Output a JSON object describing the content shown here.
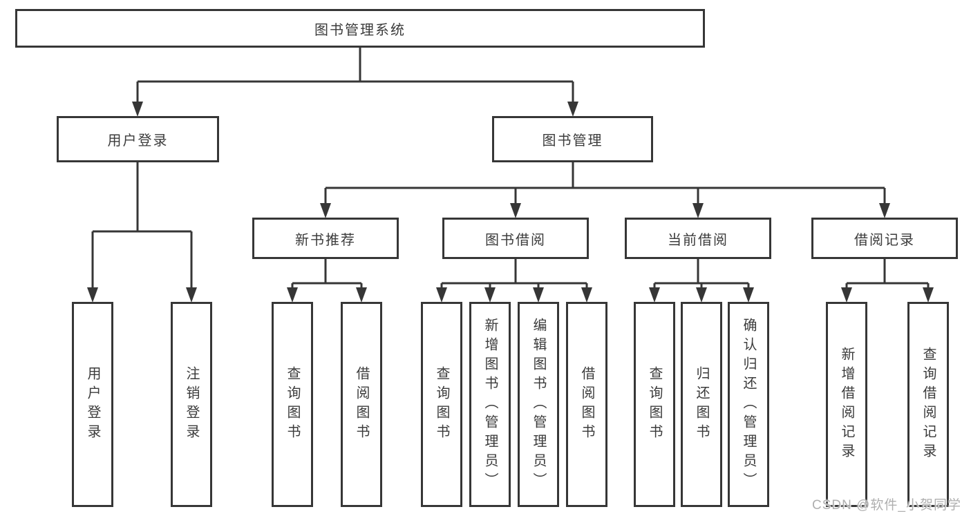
{
  "tree": {
    "label": "图书管理系统",
    "children": [
      {
        "label": "用户登录",
        "children": [
          {
            "label": "用户登录"
          },
          {
            "label": "注销登录"
          }
        ]
      },
      {
        "label": "图书管理",
        "children": [
          {
            "label": "新书推荐",
            "children": [
              {
                "label": "查询图书"
              },
              {
                "label": "借阅图书"
              }
            ]
          },
          {
            "label": "图书借阅",
            "children": [
              {
                "label": "查询图书"
              },
              {
                "label": "新增图书（管理员）"
              },
              {
                "label": "编辑图书（管理员）"
              },
              {
                "label": "借阅图书"
              }
            ]
          },
          {
            "label": "当前借阅",
            "children": [
              {
                "label": "查询图书"
              },
              {
                "label": "归还图书"
              },
              {
                "label": "确认归还（管理员）"
              }
            ]
          },
          {
            "label": "借阅记录",
            "children": [
              {
                "label": "新增借阅记录"
              },
              {
                "label": "查询借阅记录"
              }
            ]
          }
        ]
      }
    ]
  },
  "watermark": {
    "text": "CSDN @软件_小贺同学"
  },
  "colors": {
    "line": "#363636",
    "box_border": "#363636",
    "box_fill": "#ffffff",
    "text": "#3b3b3b",
    "watermark_text": "#afafaf",
    "background": "#ffffff"
  }
}
